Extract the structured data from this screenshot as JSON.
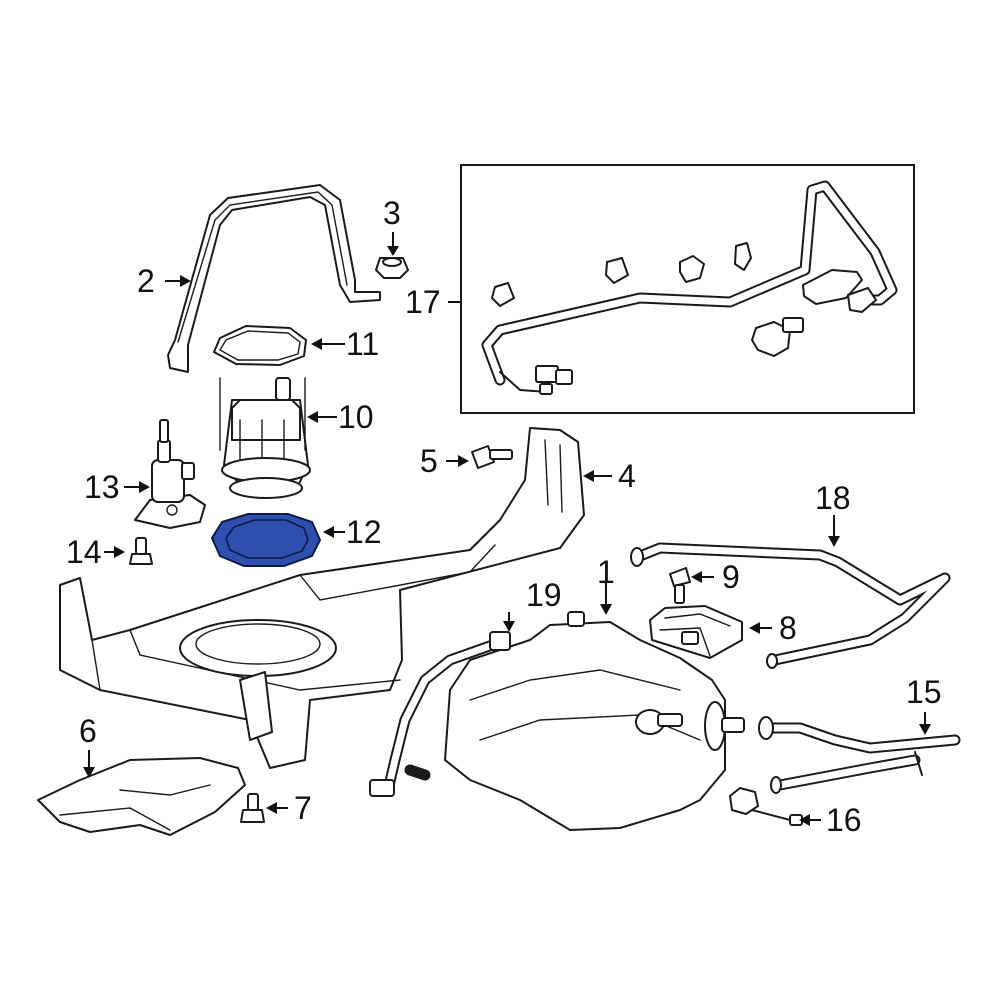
{
  "diagram": {
    "highlight_color": "#2f4fae",
    "callouts": {
      "c1": "1",
      "c2": "2",
      "c3": "3",
      "c4": "4",
      "c5": "5",
      "c6": "6",
      "c7": "7",
      "c8": "8",
      "c9": "9",
      "c10": "10",
      "c11": "11",
      "c12": "12",
      "c13": "13",
      "c14": "14",
      "c15": "15",
      "c16": "16",
      "c17": "17",
      "c18": "18",
      "c19": "19"
    }
  }
}
